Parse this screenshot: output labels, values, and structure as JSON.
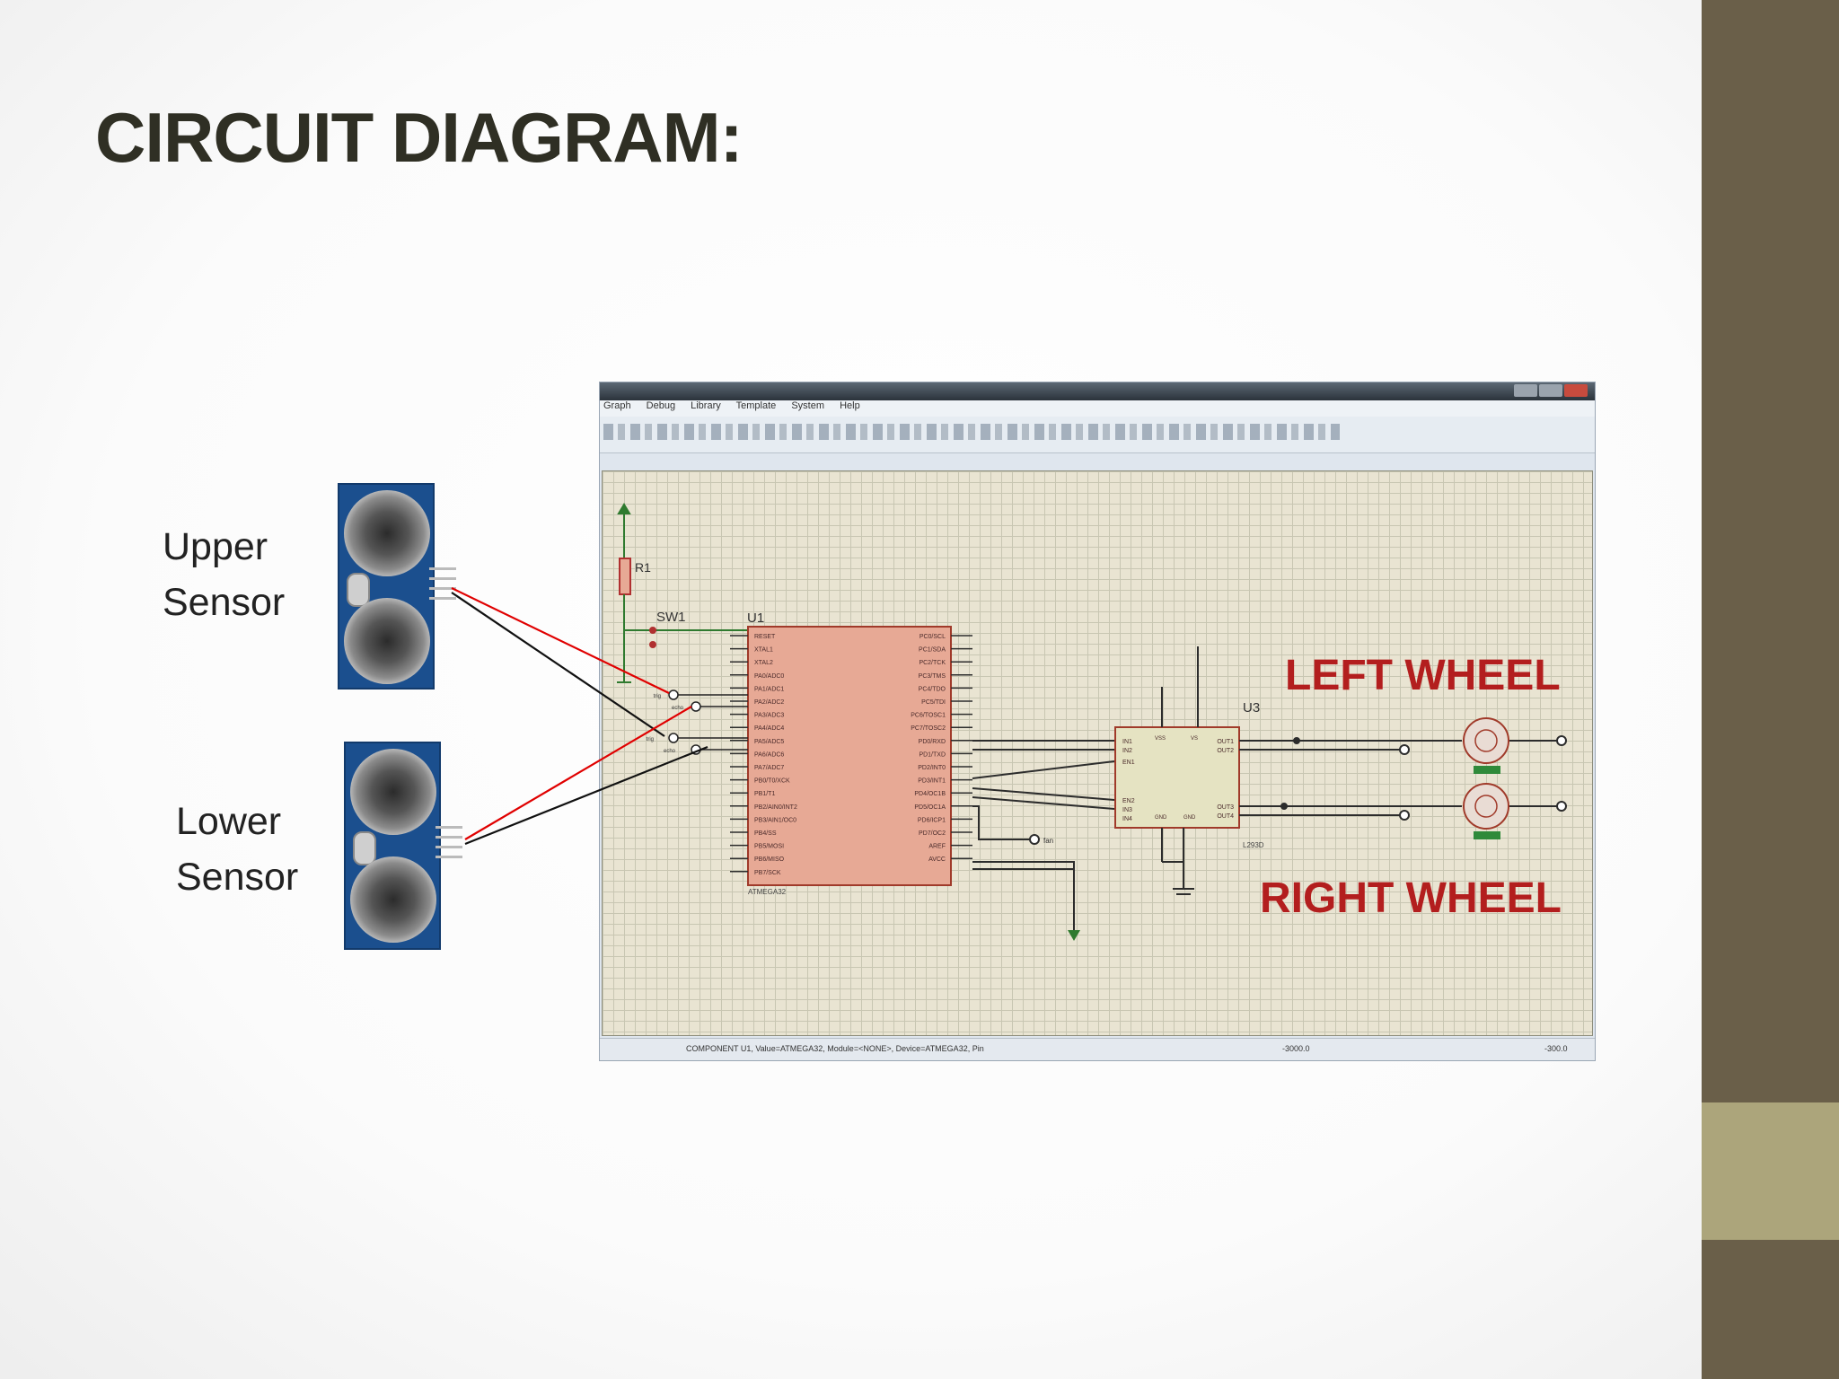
{
  "slide": {
    "title": "CIRCUIT DIAGRAM:",
    "upper_sensor_label": [
      "Upper",
      "Sensor"
    ],
    "lower_sensor_label": [
      "Lower",
      "Sensor"
    ],
    "colors": {
      "sidebar": "#6a5f49",
      "sidebar_accent": "#aca57b",
      "wire_red": "#e00000",
      "wire_black": "#111111",
      "ic_fill": "#e7a995"
    }
  },
  "simulator": {
    "menu": [
      "Graph",
      "Debug",
      "Library",
      "Template",
      "System",
      "Help"
    ],
    "status_text": "COMPONENT U1, Value=ATMEGA32, Module=<NONE>, Device=ATMEGA32, Pin",
    "status_coord_x": "-3000.0",
    "status_coord_y": "-300.0"
  },
  "schematic": {
    "r1": "R1",
    "sw1": "SW1",
    "u1": "U1",
    "u3": "U3",
    "mcu_part": "ATMEGA32",
    "driver_part": "L293D",
    "u1_left_pins": [
      "RESET",
      "XTAL1",
      "XTAL2",
      "PA0/ADC0",
      "PA1/ADC1",
      "PA2/ADC2",
      "PA3/ADC3",
      "PA4/ADC4",
      "PA5/ADC5",
      "PA6/ADC6",
      "PA7/ADC7",
      "PB0/T0/XCK",
      "PB1/T1",
      "PB2/AIN0/INT2",
      "PB3/AIN1/OC0",
      "PB4/SS",
      "PB5/MOSI",
      "PB6/MISO",
      "PB7/SCK"
    ],
    "u1_right_pins": [
      "PC0/SCL",
      "PC1/SDA",
      "PC2/TCK",
      "PC3/TMS",
      "PC4/TDO",
      "PC5/TDI",
      "PC6/TOSC1",
      "PC7/TOSC2",
      "PD0/RXD",
      "PD1/TXD",
      "PD2/INT0",
      "PD3/INT1",
      "PD4/OC1B",
      "PD5/OC1A",
      "PD6/ICP1",
      "PD7/OC2",
      "AREF",
      "AVCC"
    ],
    "u3_pins_left": [
      "IN1",
      "IN2",
      "EN1",
      "EN2",
      "IN3",
      "IN4"
    ],
    "u3_pins_right": [
      "OUT1",
      "OUT2",
      "OUT3",
      "OUT4"
    ],
    "u3_pins_bottom": [
      "VSS",
      "VS",
      "GND",
      "GND"
    ],
    "left_wheel_label": "LEFT WHEEL",
    "right_wheel_label": "RIGHT WHEEL",
    "terminal_labels": [
      "trig",
      "echo",
      "trig",
      "echo",
      "fan"
    ]
  }
}
